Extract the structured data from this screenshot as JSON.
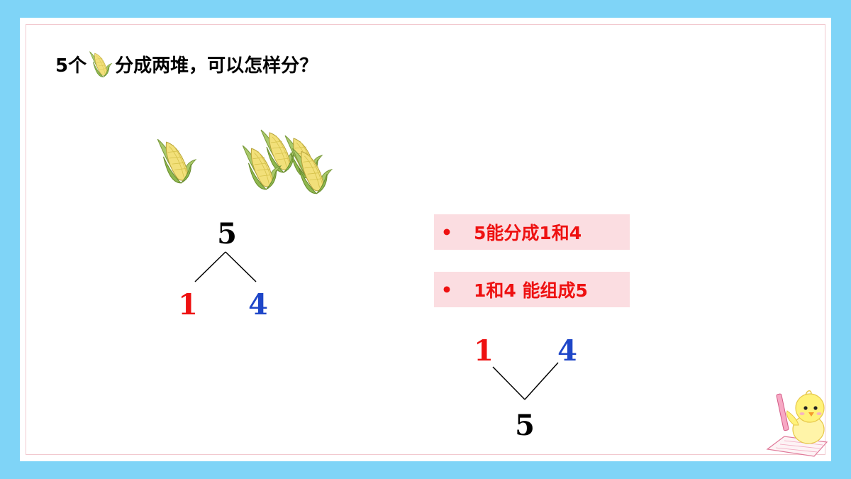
{
  "title": {
    "prefix": "5个",
    "suffix": "分成两堆，可以怎样分？"
  },
  "icons": {
    "corn": "corn-icon",
    "chick": "chick-writing-icon"
  },
  "split_diagram": {
    "whole": "5",
    "left": "1",
    "right": "4"
  },
  "statements": [
    {
      "bullet": "•",
      "text": "5能分成1和4"
    },
    {
      "bullet": "•",
      "text": "1和4 能组成5"
    }
  ],
  "compose_diagram": {
    "left": "1",
    "right": "4",
    "whole": "5"
  },
  "colors": {
    "background": "#7fd4f7",
    "red": "#ee1111",
    "blue": "#1e46c8",
    "box": "#fbdde1"
  }
}
